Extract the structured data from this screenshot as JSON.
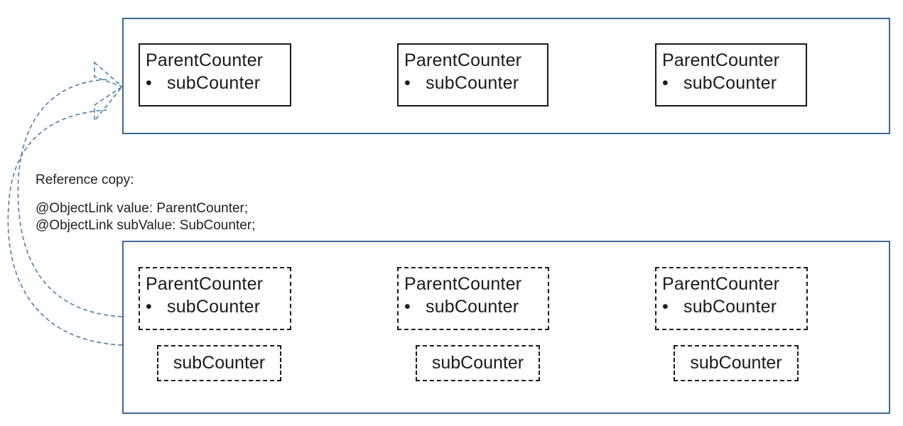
{
  "top_panel": {
    "objects": [
      {
        "title": "ParentCounter",
        "bullet": "•",
        "child": "subCounter"
      },
      {
        "title": "ParentCounter",
        "bullet": "•",
        "child": "subCounter"
      },
      {
        "title": "ParentCounter",
        "bullet": "•",
        "child": "subCounter"
      }
    ]
  },
  "caption": {
    "heading": "Reference copy:",
    "line1": "@ObjectLink value: ParentCounter;",
    "line2": "@ObjectLink subValue: SubCounter;"
  },
  "bottom_panel": {
    "objects": [
      {
        "title": "ParentCounter",
        "bullet": "•",
        "child": "subCounter"
      },
      {
        "title": "ParentCounter",
        "bullet": "•",
        "child": "subCounter"
      },
      {
        "title": "ParentCounter",
        "bullet": "•",
        "child": "subCounter"
      }
    ],
    "sub_objects": [
      {
        "label": "subCounter"
      },
      {
        "label": "subCounter"
      },
      {
        "label": "subCounter"
      }
    ]
  },
  "colors": {
    "panel_border": "#3f6894",
    "arrow": "#4f7fae",
    "box_border": "#1a1a1a"
  }
}
